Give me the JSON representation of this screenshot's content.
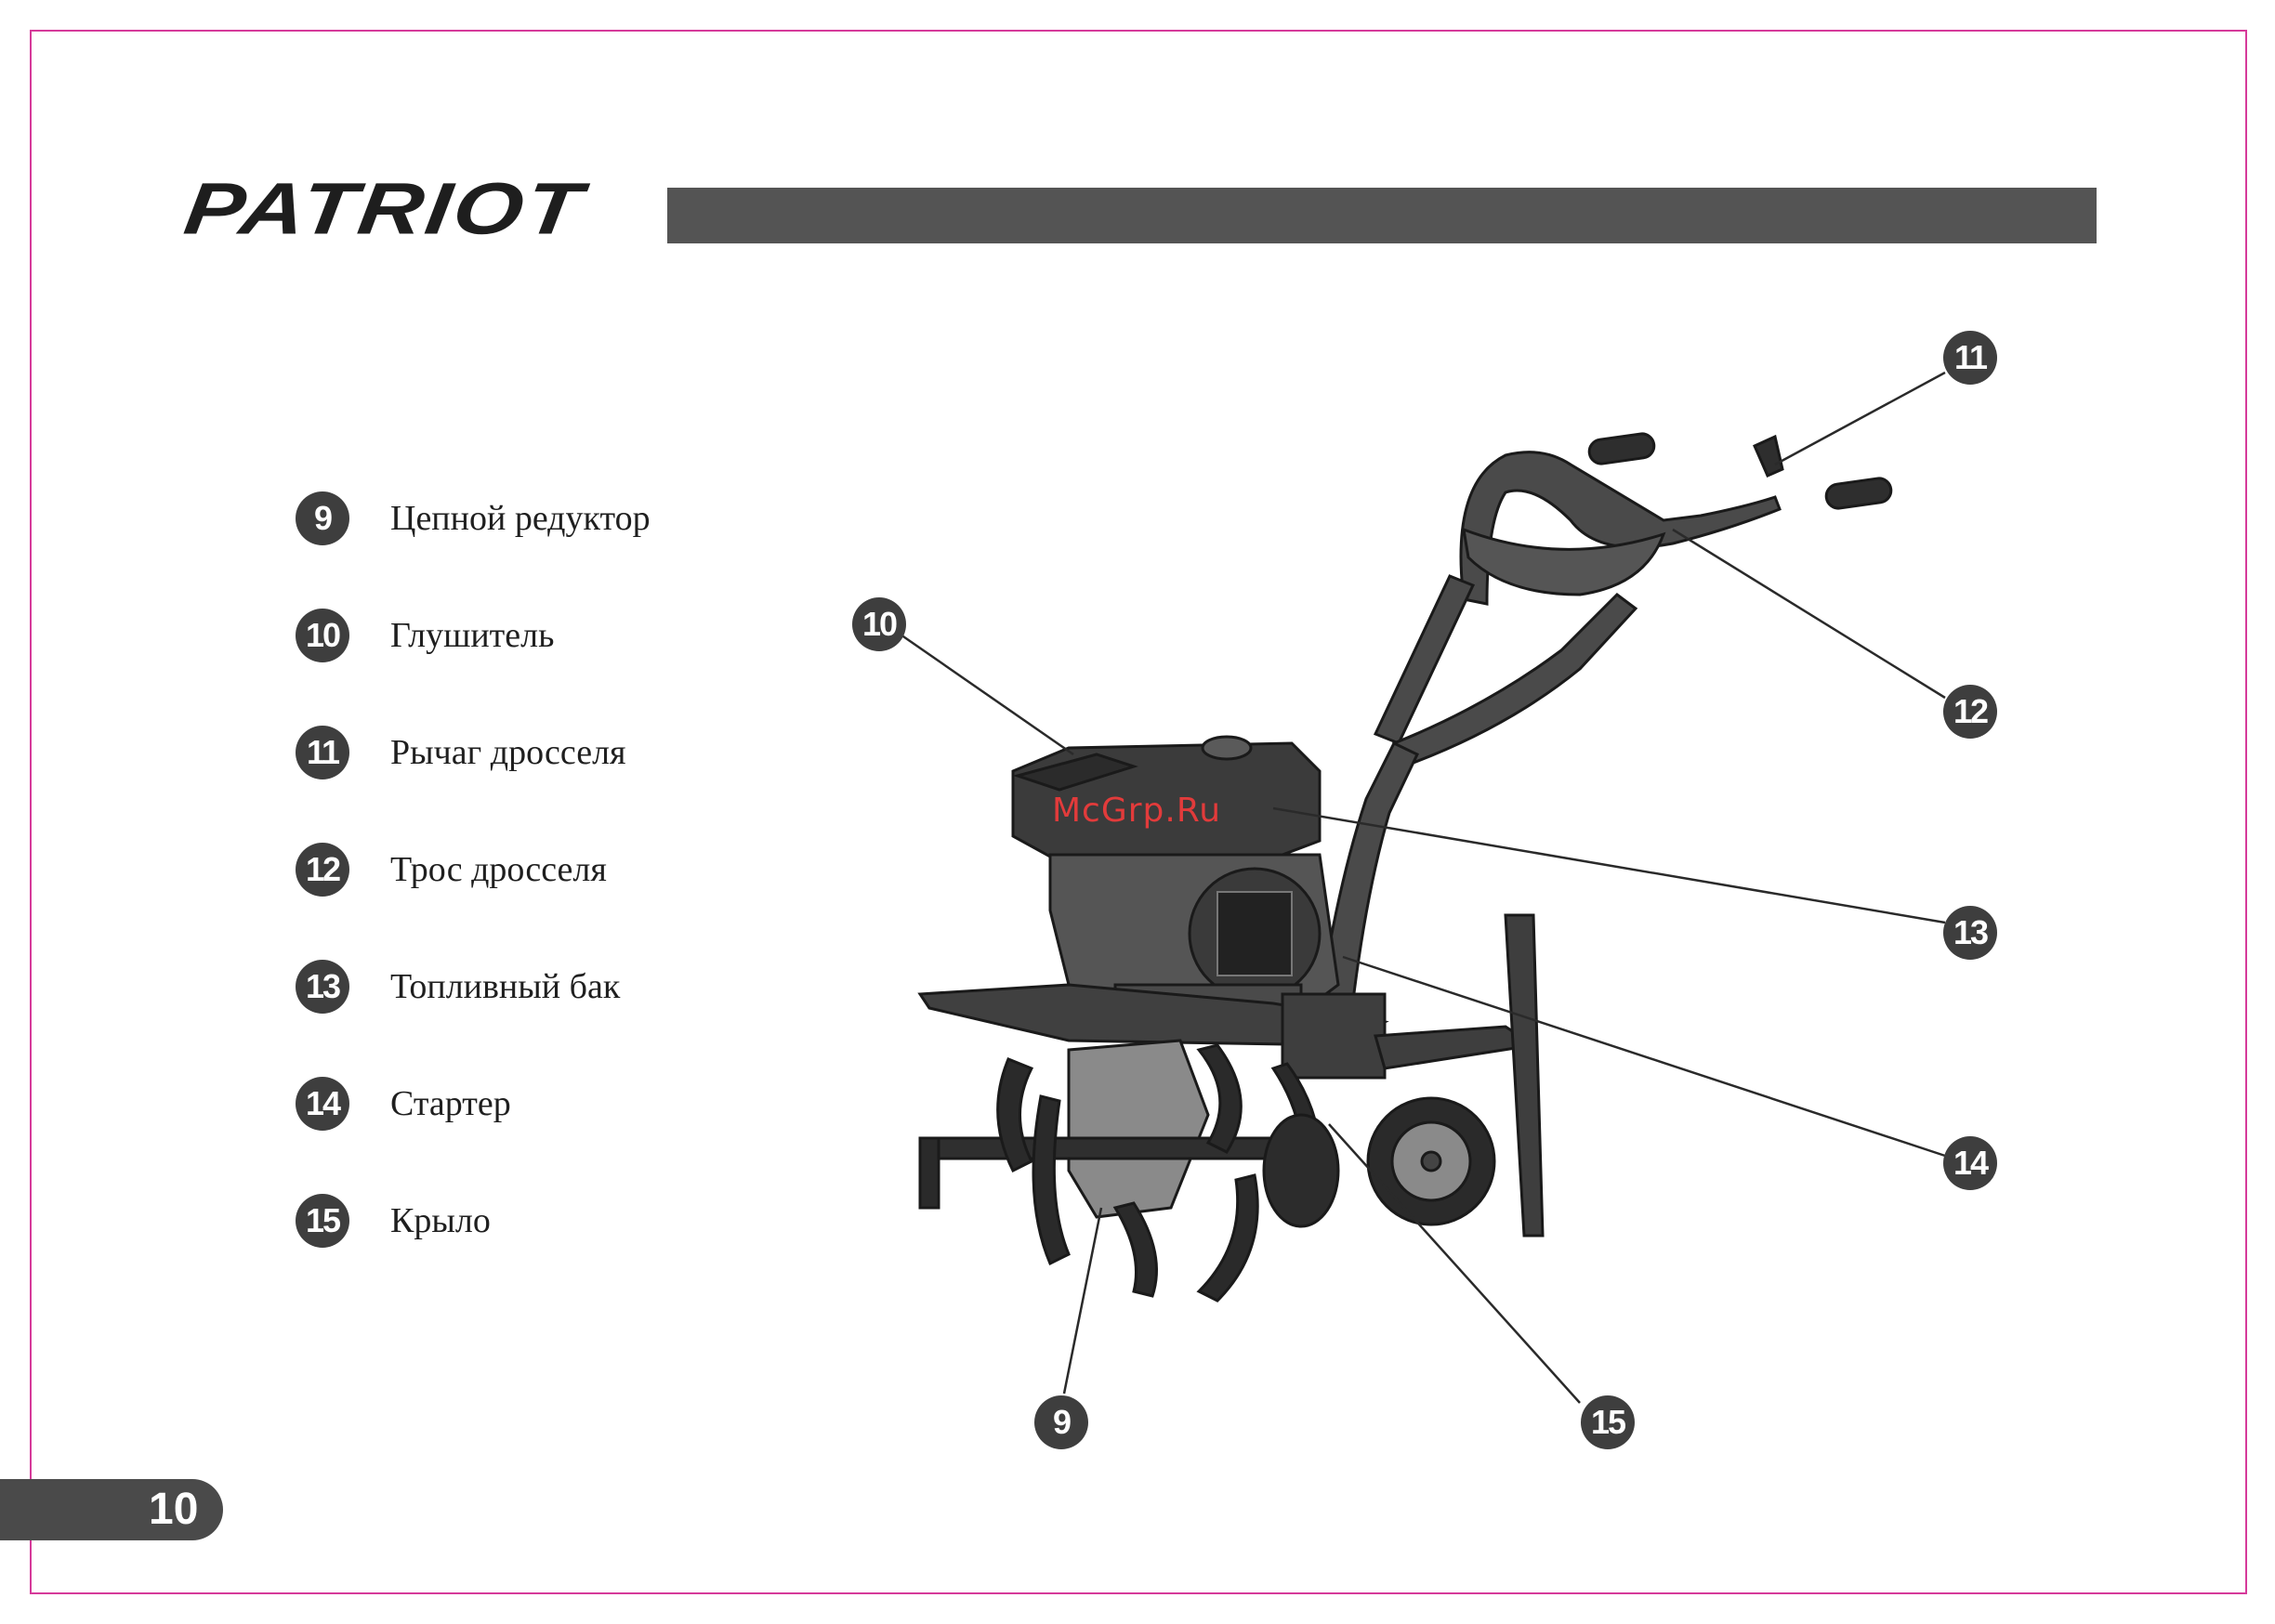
{
  "brand": {
    "logo_text": "PATRIOT"
  },
  "legend": [
    {
      "num": "9",
      "label": "Цепной редуктор"
    },
    {
      "num": "10",
      "label": "Глушитель"
    },
    {
      "num": "11",
      "label": "Рычаг дросселя"
    },
    {
      "num": "12",
      "label": "Трос дросселя"
    },
    {
      "num": "13",
      "label": "Топливный бак"
    },
    {
      "num": "14",
      "label": "Стартер"
    },
    {
      "num": "15",
      "label": "Крыло"
    }
  ],
  "callouts": {
    "c9": "9",
    "c10": "10",
    "c11": "11",
    "c12": "12",
    "c13": "13",
    "c14": "14",
    "c15": "15"
  },
  "watermark": "McGrp.Ru",
  "page": {
    "number": "10"
  },
  "colors": {
    "frame": "#d63a9a",
    "bar": "#545454",
    "badge": "#3e3e3e",
    "watermark": "#e23b3b"
  }
}
